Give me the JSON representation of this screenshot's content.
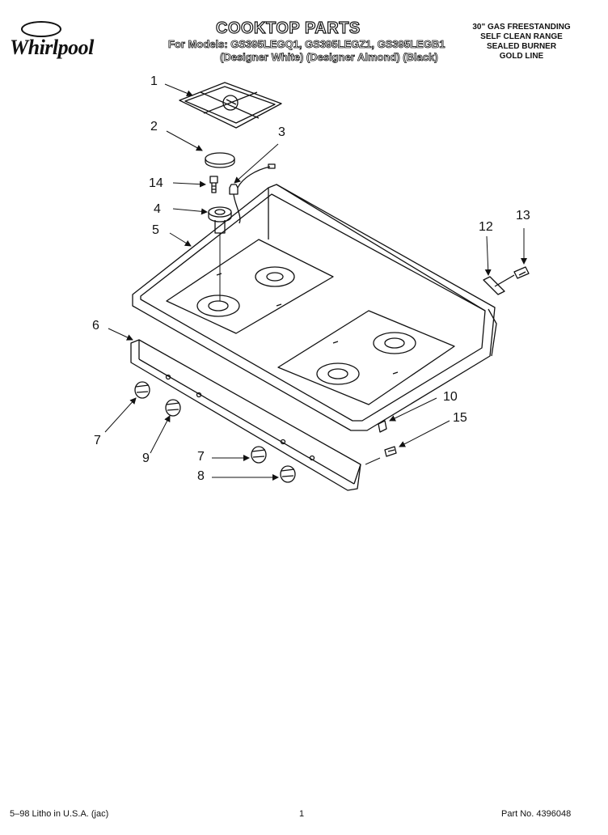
{
  "brand": {
    "badge": "",
    "logo_text": "Whirlpool"
  },
  "header": {
    "title": "COOKTOP PARTS",
    "models_line": "For Models: GS395LEGQ1, GS395LEGZ1, GS395LEGB1",
    "variants_line": "(Designer White)  (Designer Almond)  (Black)",
    "spec_lines": [
      "30\" GAS FREESTANDING",
      "SELF CLEAN RANGE",
      "SEALED BURNER",
      "GOLD LINE"
    ]
  },
  "callouts": {
    "c1": "1",
    "c2": "2",
    "c3": "3",
    "c14": "14",
    "c4": "4",
    "c5": "5",
    "c12": "12",
    "c13": "13",
    "c6": "6",
    "c10": "10",
    "c15": "15",
    "c7a": "7",
    "c9": "9",
    "c7b": "7",
    "c8": "8"
  },
  "footer": {
    "left": "5–98 Litho in U.S.A. (jac)",
    "center": "1",
    "right": "Part No. 4396048"
  }
}
